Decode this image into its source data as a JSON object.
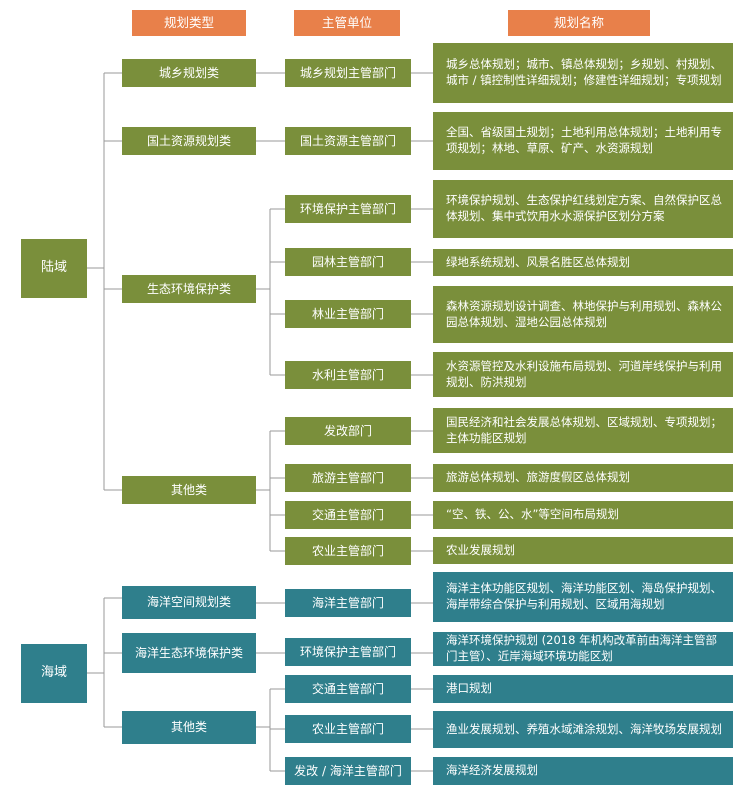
{
  "headers": {
    "type": "规划类型",
    "unit": "主管单位",
    "name": "规划名称"
  },
  "land": {
    "label": "陆域",
    "categories": [
      {
        "label": "城乡规划类"
      },
      {
        "label": "国土资源规划类"
      },
      {
        "label": "生态环境保护类"
      },
      {
        "label": "其他类"
      }
    ]
  },
  "sea": {
    "label": "海域",
    "categories": [
      {
        "label": "海洋空间规划类"
      },
      {
        "label": "海洋生态环境保护类"
      },
      {
        "label": "其他类"
      }
    ]
  },
  "rows": [
    {
      "unit": "城乡规划主管部门",
      "plans": "城乡总体规划；城市、镇总体规划；乡规划、村规划、城市 / 镇控制性详细规划；修建性详细规划；专项规划"
    },
    {
      "unit": "国土资源主管部门",
      "plans": "全国、省级国土规划；土地利用总体规划；土地利用专项规划；林地、草原、矿产、水资源规划"
    },
    {
      "unit": "环境保护主管部门",
      "plans": "环境保护规划、生态保护红线划定方案、自然保护区总体规划、集中式饮用水水源保护区划分方案"
    },
    {
      "unit": "园林主管部门",
      "plans": "绿地系统规划、风景名胜区总体规划"
    },
    {
      "unit": "林业主管部门",
      "plans": "森林资源规划设计调查、林地保护与利用规划、森林公园总体规划、湿地公园总体规划"
    },
    {
      "unit": "水利主管部门",
      "plans": "水资源管控及水利设施布局规划、河道岸线保护与利用规划、防洪规划"
    },
    {
      "unit": "发改部门",
      "plans": "国民经济和社会发展总体规划、区域规划、专项规划；主体功能区规划"
    },
    {
      "unit": "旅游主管部门",
      "plans": "旅游总体规划、旅游度假区总体规划"
    },
    {
      "unit": "交通主管部门",
      "plans": "“空、铁、公、水”等空间布局规划"
    },
    {
      "unit": "农业主管部门",
      "plans": "农业发展规划"
    },
    {
      "unit": "海洋主管部门",
      "plans": "海洋主体功能区规划、海洋功能区划、海岛保护规划、海岸带综合保护与利用规划、区域用海规划"
    },
    {
      "unit": "环境保护主管部门",
      "plans": "海洋环境保护规划 (2018 年机构改革前由海洋主管部门主管）、近岸海域环境功能区划"
    },
    {
      "unit": "交通主管部门",
      "plans": "港口规划"
    },
    {
      "unit": "农业主管部门",
      "plans": "渔业发展规划、养殖水域滩涂规划、海洋牧场发展规划"
    },
    {
      "unit": "发改 / 海洋主管部门",
      "plans": "海洋经济发展规划"
    }
  ],
  "colors": {
    "header": "#e8804a",
    "land": "#7a8f3b",
    "sea": "#2f7f8c",
    "line": "#9a9a9a"
  }
}
